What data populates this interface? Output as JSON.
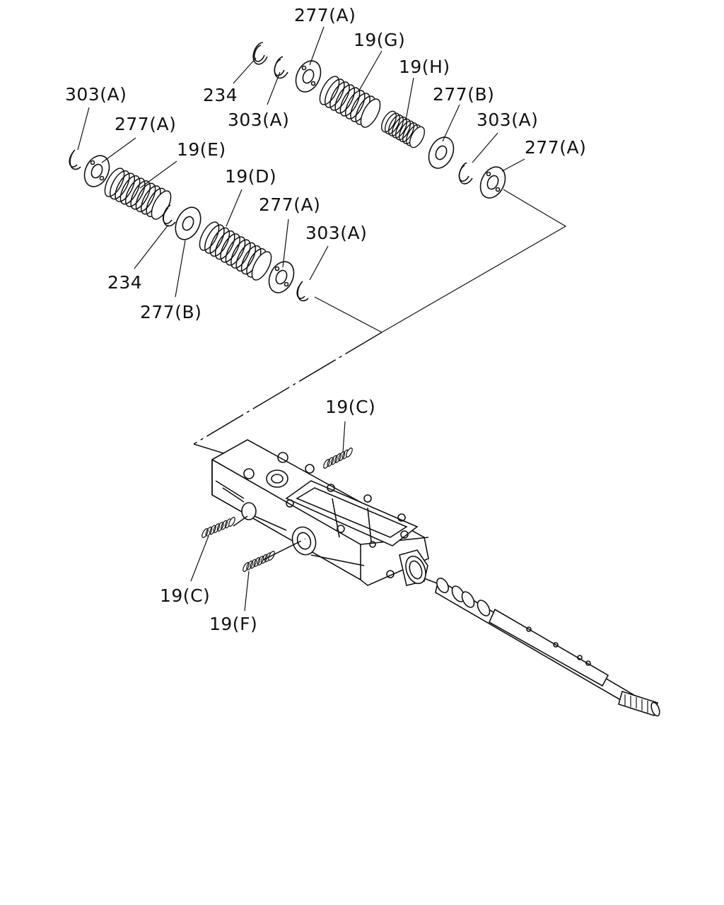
{
  "labels": {
    "l_277A_top": "277(A)",
    "l_19G": "19(G)",
    "l_19H": "19(H)",
    "l_234_top": "234",
    "l_303A_top": "303(A)",
    "l_277B_top": "277(B)",
    "l_303A_right": "303(A)",
    "l_277A_right": "277(A)",
    "l_303A_left": "303(A)",
    "l_277A_left": "277(A)",
    "l_19E": "19(E)",
    "l_19D": "19(D)",
    "l_277A_mid": "277(A)",
    "l_303A_mid": "303(A)",
    "l_234_left": "234",
    "l_277B_left": "277(B)",
    "l_19C_top": "19(C)",
    "l_19C_left": "19(C)",
    "l_19F": "19(F)"
  }
}
